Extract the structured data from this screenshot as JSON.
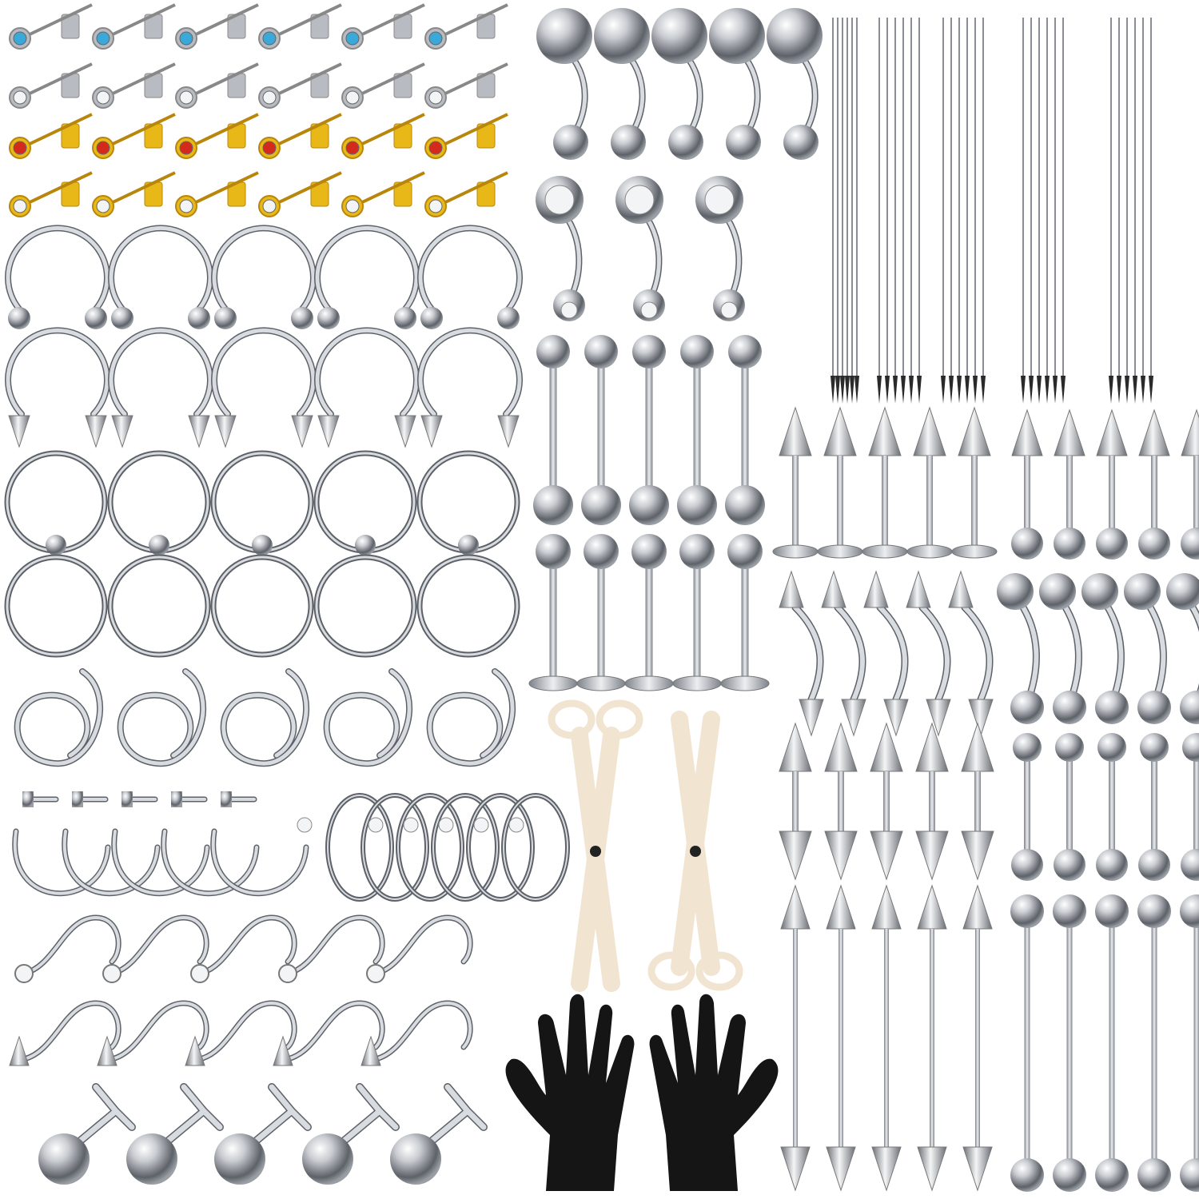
{
  "colors": {
    "background": "#ffffff",
    "steel": "#b8bcc2",
    "steel_dark": "#5d6168",
    "gold": "#e8b818",
    "gem_blue": "#3aa8d8",
    "gem_clear": "#f2f4f6",
    "gem_red": "#d42a1e",
    "clamp": "#f1e4d0",
    "glove": "#151515"
  },
  "stud_rows": [
    {
      "metal": "steel",
      "gem": "gem_blue"
    },
    {
      "metal": "steel",
      "gem": "gem_clear"
    },
    {
      "metal": "gold",
      "gem": "gem_red"
    },
    {
      "metal": "gold",
      "gem": "gem_clear"
    }
  ]
}
